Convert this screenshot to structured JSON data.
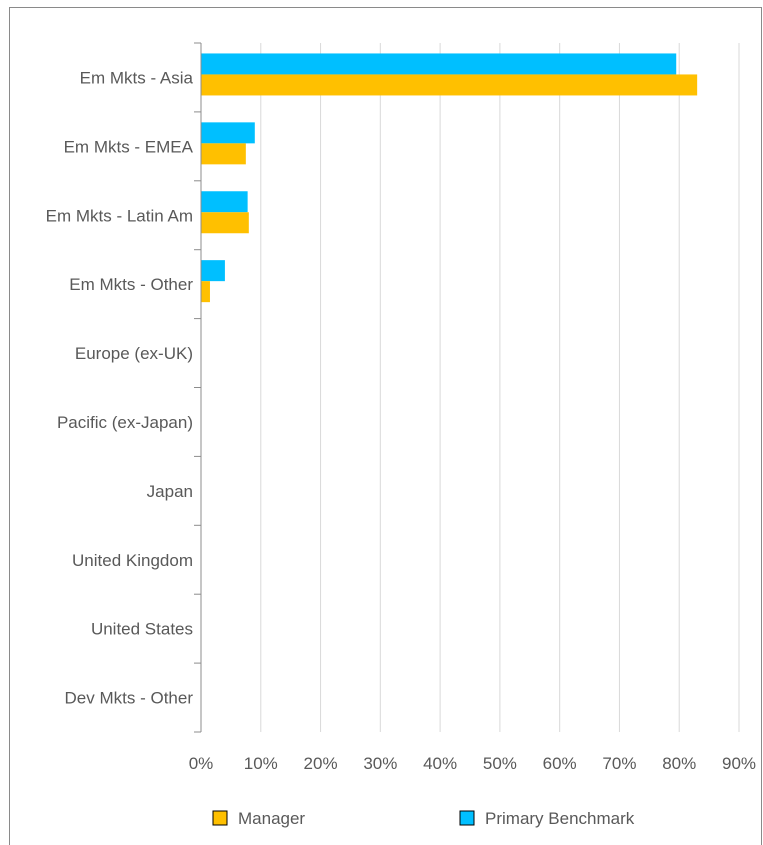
{
  "chart_data": {
    "type": "bar",
    "orientation": "horizontal",
    "categories": [
      "Em Mkts - Asia",
      "Em Mkts - EMEA",
      "Em Mkts - Latin Am",
      "Em Mkts - Other",
      "Europe (ex-UK)",
      "Pacific (ex-Japan)",
      "Japan",
      "United Kingdom",
      "United States",
      "Dev Mkts - Other"
    ],
    "series": [
      {
        "name": "Manager",
        "color": "#FFC000",
        "values": [
          83,
          7.5,
          8,
          1.5,
          0,
          0,
          0,
          0,
          0,
          0
        ]
      },
      {
        "name": "Primary Benchmark",
        "color": "#00BFFF",
        "values": [
          79.5,
          9,
          7.8,
          4,
          0,
          0,
          0,
          0,
          0,
          0
        ]
      }
    ],
    "x_ticks": [
      "0%",
      "10%",
      "20%",
      "30%",
      "40%",
      "50%",
      "60%",
      "70%",
      "80%",
      "90%"
    ],
    "xlim": [
      0,
      90
    ],
    "grid": "vertical",
    "legend_position": "bottom"
  }
}
